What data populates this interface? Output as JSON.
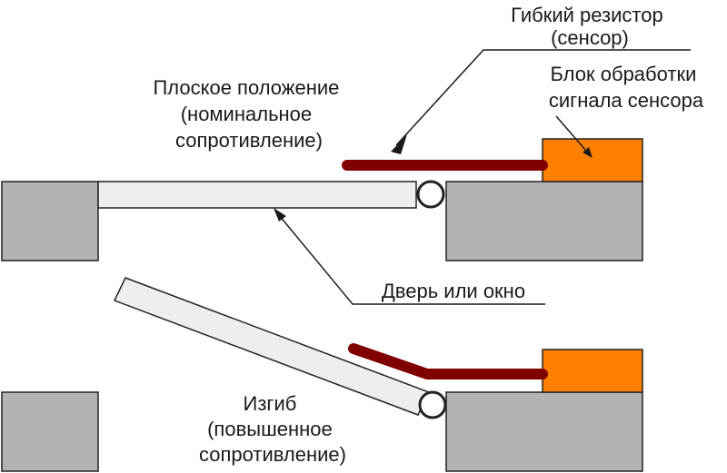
{
  "labels": {
    "flex_resistor_line1": "Гибкий резистор",
    "flex_resistor_line2": "(сенсор)",
    "processing_line1": "Блок обработки",
    "processing_line2": "сигнала сенсора",
    "flat_line1": "Плоское положение",
    "flat_line2": "(номинальное",
    "flat_line3": "сопротивление)",
    "door_window": "Дверь или окно",
    "bend_line1": "Изгиб",
    "bend_line2": "(повышенное",
    "bend_line3": "сопротивление)"
  },
  "colors": {
    "frame_fill": "#b3b3b3",
    "door_fill": "#eeeeee",
    "sensor": "#800000",
    "processing_block": "#ff8000",
    "outline": "#222222"
  }
}
